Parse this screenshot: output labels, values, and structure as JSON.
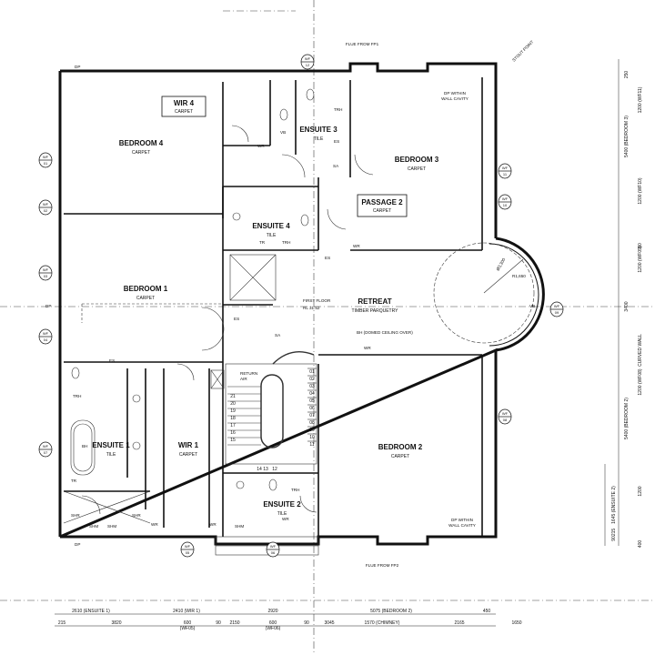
{
  "rooms": {
    "bedroom4": {
      "name": "BEDROOM 4",
      "finish": "CARPET"
    },
    "wir4": {
      "name": "WIR 4",
      "finish": "CARPET"
    },
    "ensuite3": {
      "name": "ENSUITE 3",
      "finish": "TILE"
    },
    "bedroom3": {
      "name": "BEDROOM 3",
      "finish": "CARPET"
    },
    "passage2": {
      "name": "PASSAGE 2",
      "finish": "CARPET"
    },
    "ensuite4": {
      "name": "ENSUITE 4",
      "finish": "TILE"
    },
    "bedroom1": {
      "name": "BEDROOM 1",
      "finish": "CARPET"
    },
    "retreat": {
      "name": "RETREAT",
      "finish": "TIMBER PARQUETRY"
    },
    "ensuite1": {
      "name": "ENSUITE 1",
      "finish": "TILE"
    },
    "wir1": {
      "name": "WIR 1",
      "finish": "CARPET"
    },
    "bedroom2": {
      "name": "BEDROOM 2",
      "finish": "CARPET"
    },
    "ensuite2": {
      "name": "ENSUITE 2",
      "finish": "TILE"
    }
  },
  "annotations": {
    "flue_fp1": "FLUE FROM FP1",
    "flue_fp2": "FLUE FROM FP2",
    "dp_cavity_top": "DP WITHIN\nWALL CAVITY",
    "dp_cavity_bottom": "DP WITHIN\nWALL CAVITY",
    "first_floor": "FIRST FLOOR",
    "rl": "RL 31.52",
    "domed": "BH (DOMED CEILING OVER)",
    "return_air": "RETURN\nAIR",
    "bh": "BH",
    "shm": "SHM",
    "shr": "SHR",
    "wr": "WR",
    "trh": "TRH",
    "tr": "TR",
    "es": "ES",
    "sa": "SA",
    "vb": "VB",
    "dp": "DP",
    "void_r": "R1,650",
    "void_d": "Ø3,300",
    "stair_steps": [
      "01",
      "02",
      "03",
      "04",
      "05",
      "06",
      "07",
      "08",
      "09",
      "10",
      "11",
      "12",
      "13",
      "14",
      "15",
      "16",
      "17",
      "18",
      "19",
      "20",
      "21"
    ]
  },
  "windows": [
    {
      "id": "WF",
      "no": "01"
    },
    {
      "id": "WF",
      "no": "02"
    },
    {
      "id": "WF",
      "no": "03"
    },
    {
      "id": "WF",
      "no": "04"
    },
    {
      "id": "WF",
      "no": "05"
    },
    {
      "id": "WF",
      "no": "06"
    },
    {
      "id": "WF",
      "no": "07"
    },
    {
      "id": "WF",
      "no": "08"
    },
    {
      "id": "WF",
      "no": "09"
    },
    {
      "id": "WF",
      "no": "10"
    },
    {
      "id": "WF",
      "no": "11"
    },
    {
      "id": "WF",
      "no": "12"
    }
  ],
  "dims_bottom_row1": [
    "2610 (ENSUITE 1)",
    "2410 (WIR 1)",
    "2920",
    "5075 (BEDROOM 2)",
    "450"
  ],
  "dims_bottom_row2": [
    "215",
    "3820",
    "600\n(WF05)",
    "90",
    "2150",
    "600\n(WF06)",
    "90",
    "3045",
    "1570 (CHIMNEY)",
    "2165",
    "1650"
  ],
  "dims_right": [
    "250",
    "5400 (BEDROOM 3)",
    "1200 (WF11)",
    "1200 (WF10)",
    "90",
    "1200 (WF09)",
    "3400",
    "CURVED WALL",
    "1200 (WF08)",
    "5400 (BEDROOM 2)",
    "1200",
    "1645 (ENSUITE 2)",
    "215",
    "90",
    "400"
  ],
  "chimney_label": "STOUT POINT"
}
